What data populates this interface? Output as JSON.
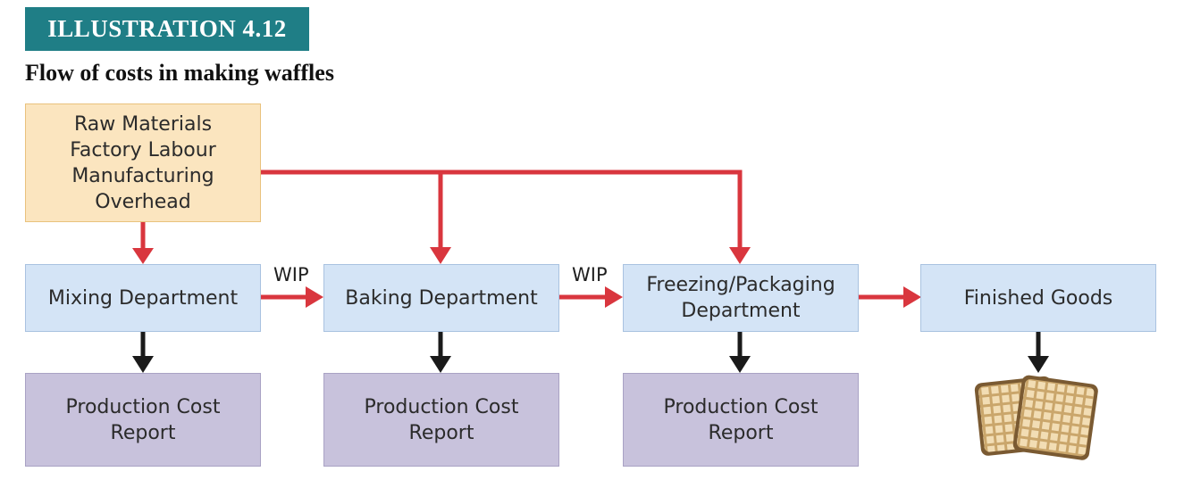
{
  "header": {
    "label": "ILLUSTRATION 4.12",
    "subtitle": "Flow of costs in making waffles"
  },
  "inputs_box": {
    "text": "Raw Materials\nFactory Labour\nManufacturing\nOverhead"
  },
  "departments": [
    {
      "label": "Mixing Department"
    },
    {
      "label": "Baking Department"
    },
    {
      "label": "Freezing/Packaging\nDepartment"
    }
  ],
  "finished": {
    "label": "Finished Goods"
  },
  "reports": [
    {
      "label": "Production Cost\nReport"
    },
    {
      "label": "Production Cost\nReport"
    },
    {
      "label": "Production Cost\nReport"
    }
  ],
  "transfer_labels": [
    "WIP",
    "WIP"
  ],
  "colors": {
    "cost_arrow": "#d9363e",
    "report_arrow": "#1a1a1a",
    "header_bg": "#1f7e86",
    "inputs_bg": "#fbe5bf",
    "dept_bg": "#d4e4f6",
    "report_bg": "#c8c2dc",
    "waffle": "#d9bb8a"
  },
  "waffles": {
    "icon": "waffles-icon"
  }
}
